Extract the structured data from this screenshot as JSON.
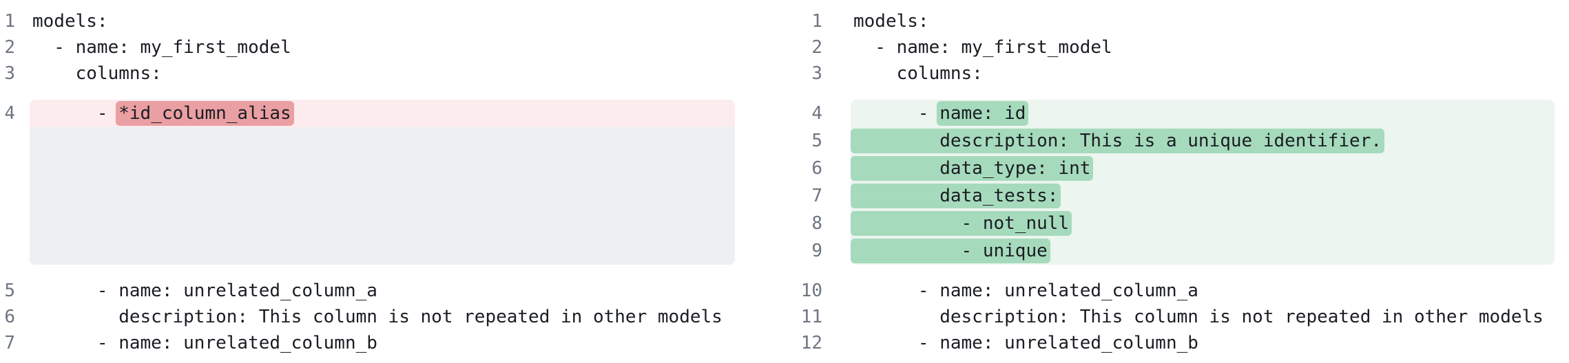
{
  "colors": {
    "removed-row-bg": "#fcecee",
    "removed-token-bg": "#ea9fa2",
    "filler-bg": "#edeff1",
    "added-block-bg": "#ecf5ef",
    "added-token-bg": "#a6dabc",
    "gutter-text": "#6e7582",
    "code-text": "#1a1d23",
    "page-bg": "#ffffff"
  },
  "before": {
    "head_lines": [
      {
        "num": "1",
        "text": "models:"
      },
      {
        "num": "2",
        "text": "  - name: my_first_model"
      },
      {
        "num": "3",
        "text": "    columns:"
      }
    ],
    "removed_line": {
      "num": "4",
      "prefix": "      - ",
      "token": "*id_column_alias"
    },
    "tail_lines": [
      {
        "num": "5",
        "text": "      - name: unrelated_column_a"
      },
      {
        "num": "6",
        "text": "        description: This column is not repeated in other models"
      },
      {
        "num": "7",
        "text": "      - name: unrelated_column_b"
      }
    ]
  },
  "after": {
    "head_lines": [
      {
        "num": "1",
        "text": "models:"
      },
      {
        "num": "2",
        "text": "  - name: my_first_model"
      },
      {
        "num": "3",
        "text": "    columns:"
      }
    ],
    "added_lines": [
      {
        "num": "4",
        "prefix": "      - ",
        "token": "name: id"
      },
      {
        "num": "5",
        "prefix": "",
        "token": "        description: This is a unique identifier."
      },
      {
        "num": "6",
        "prefix": "",
        "token": "        data_type: int"
      },
      {
        "num": "7",
        "prefix": "",
        "token": "        data_tests:"
      },
      {
        "num": "8",
        "prefix": "",
        "token": "          - not_null"
      },
      {
        "num": "9",
        "prefix": "",
        "token": "          - unique"
      }
    ],
    "tail_lines": [
      {
        "num": "10",
        "text": "      - name: unrelated_column_a"
      },
      {
        "num": "11",
        "text": "        description: This column is not repeated in other models"
      },
      {
        "num": "12",
        "text": "      - name: unrelated_column_b"
      }
    ]
  }
}
